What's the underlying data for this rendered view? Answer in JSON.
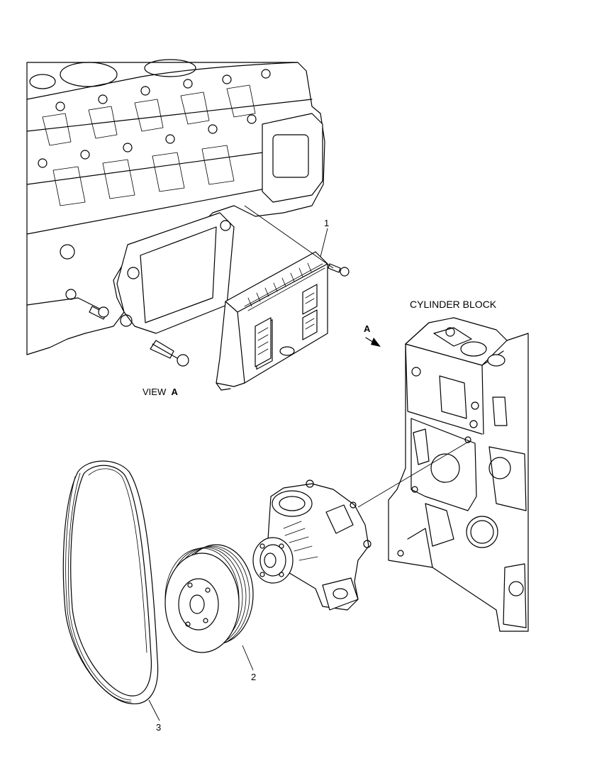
{
  "labels": {
    "cylinder_block": "CYLINDER BLOCK",
    "view_text": "VIEW",
    "view_letter": "A",
    "arrow_letter": "A"
  },
  "callouts": [
    "1",
    "2",
    "3"
  ],
  "parts": {
    "ecu": "engine-control-module",
    "pulley": "crankshaft-pulley",
    "belt": "drive-belt",
    "pump": "water-pump",
    "block_detail": "cylinder-block-detail",
    "block_front": "cylinder-block-front"
  }
}
